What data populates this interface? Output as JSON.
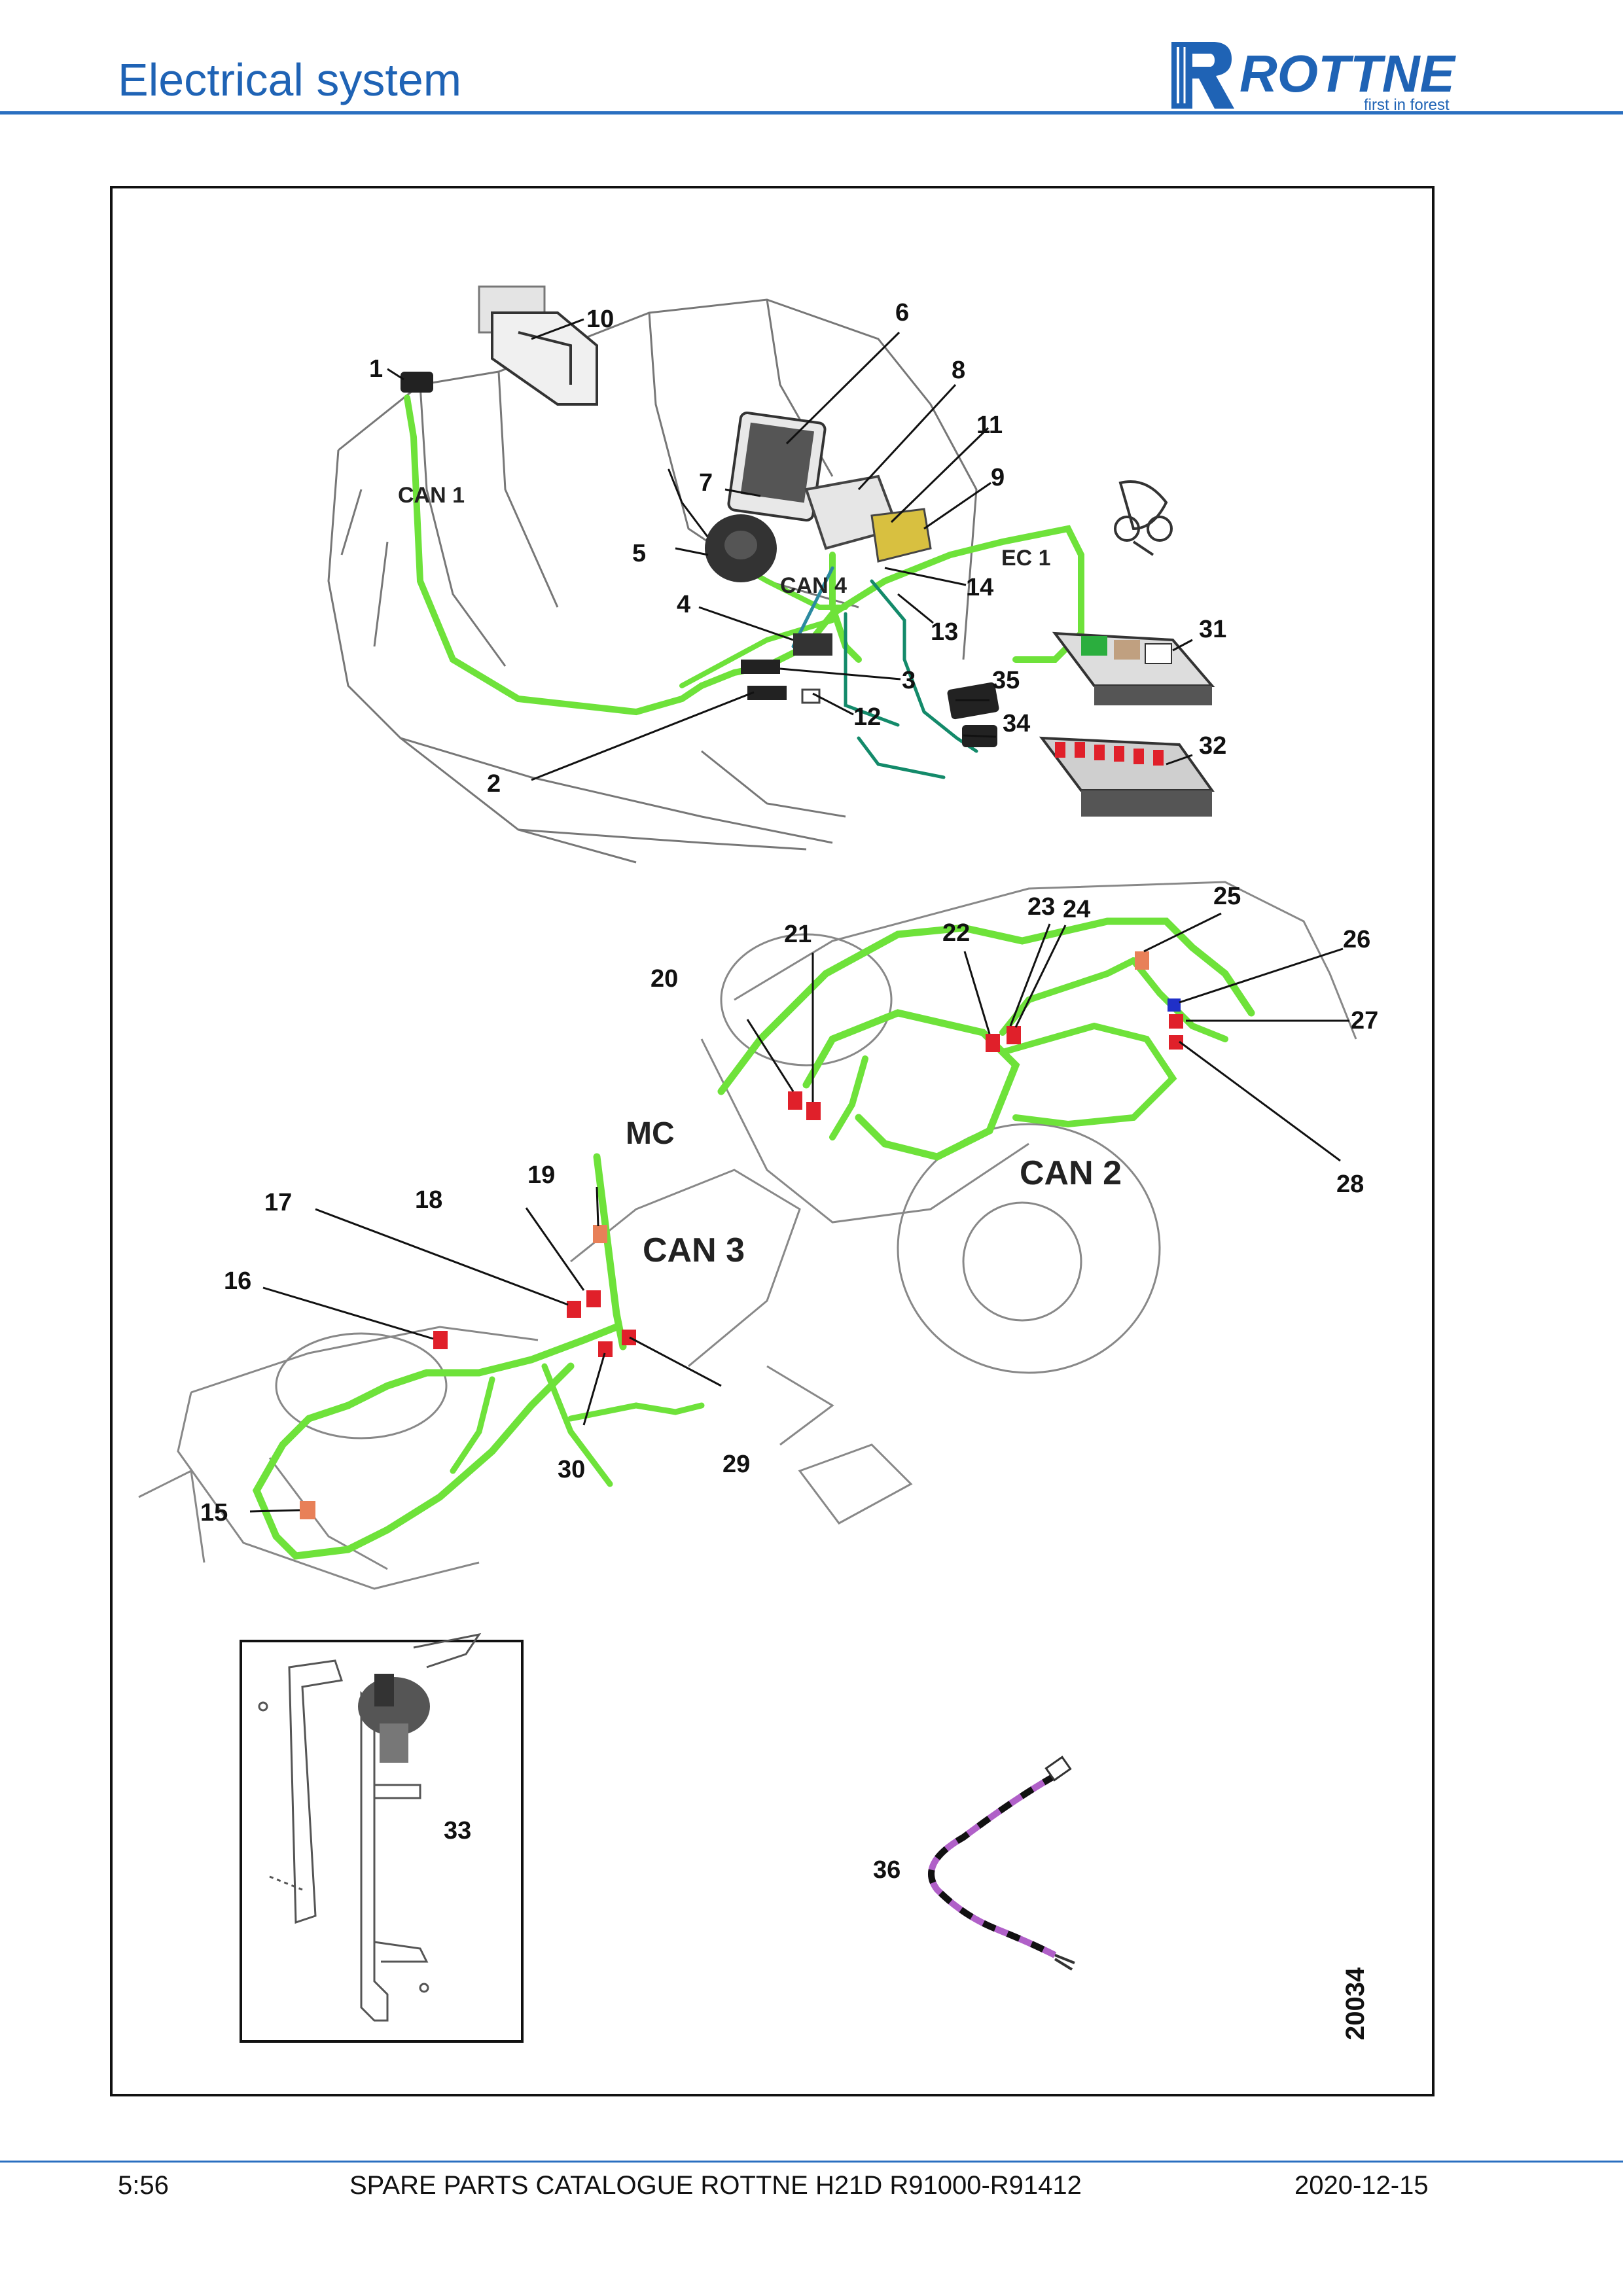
{
  "header": {
    "title": "Electrical system",
    "brand": "ROTTNE",
    "tagline": "first in forest",
    "colors": {
      "accent": "#1f63b5",
      "harness": "#6ee23a",
      "connector": "#e0202a",
      "can_wire": "#138a6a",
      "purple_wire": "#b060c8"
    }
  },
  "figure": {
    "drawing_number": "20034",
    "bus_labels": {
      "can1": "CAN 1",
      "can2": "CAN 2",
      "can3": "CAN 3",
      "can4": "CAN 4",
      "ec1": "EC 1",
      "mc": "MC"
    },
    "callouts": [
      "1",
      "2",
      "3",
      "4",
      "5",
      "6",
      "7",
      "8",
      "9",
      "10",
      "11",
      "12",
      "13",
      "14",
      "15",
      "16",
      "17",
      "18",
      "19",
      "20",
      "21",
      "22",
      "23",
      "24",
      "25",
      "26",
      "27",
      "28",
      "29",
      "30",
      "31",
      "32",
      "33",
      "34",
      "35",
      "36"
    ]
  },
  "footer": {
    "page": "5:56",
    "catalogue": "SPARE PARTS CATALOGUE ROTTNE H21D R91000-R91412",
    "date": "2020-12-15"
  }
}
